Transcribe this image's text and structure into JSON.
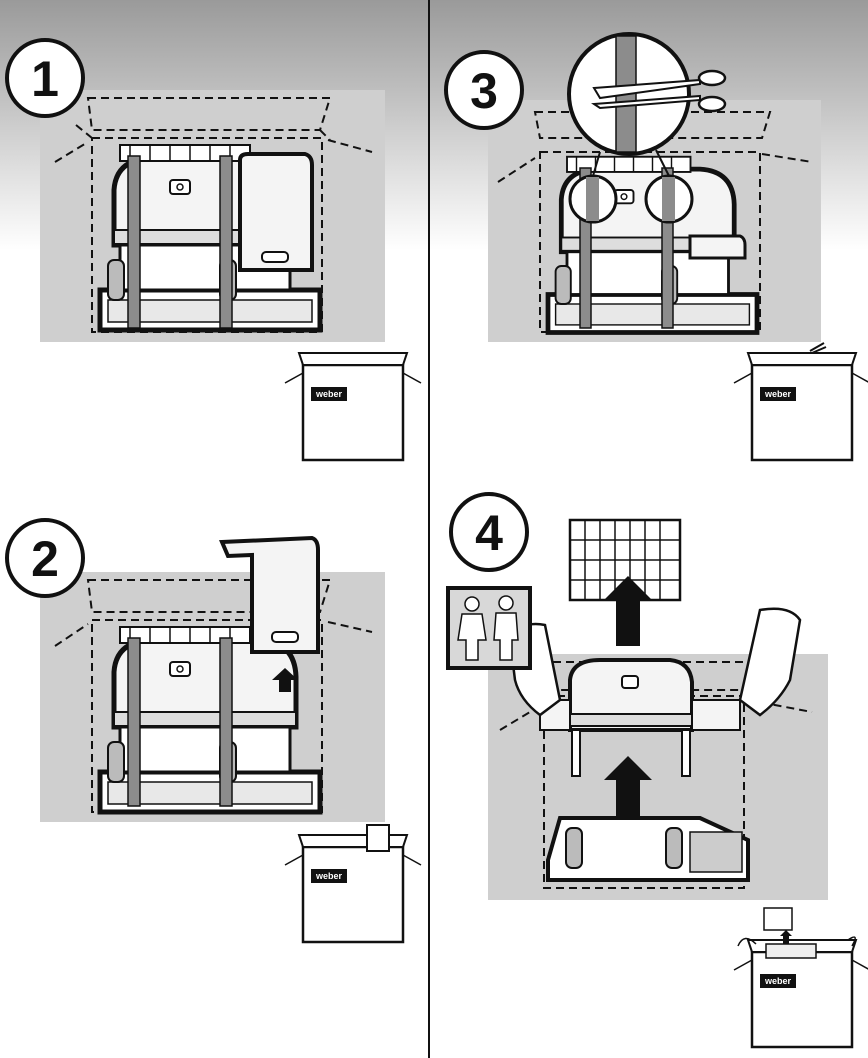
{
  "steps": [
    {
      "number": "1",
      "brand": "weber"
    },
    {
      "number": "2",
      "brand": "weber"
    },
    {
      "number": "3",
      "brand": "weber"
    },
    {
      "number": "4",
      "brand": "weber"
    }
  ],
  "colors": {
    "panel": "#cfcfcf",
    "ink": "#111111",
    "strap": "#8c8c8c",
    "arrow": "#111111"
  }
}
